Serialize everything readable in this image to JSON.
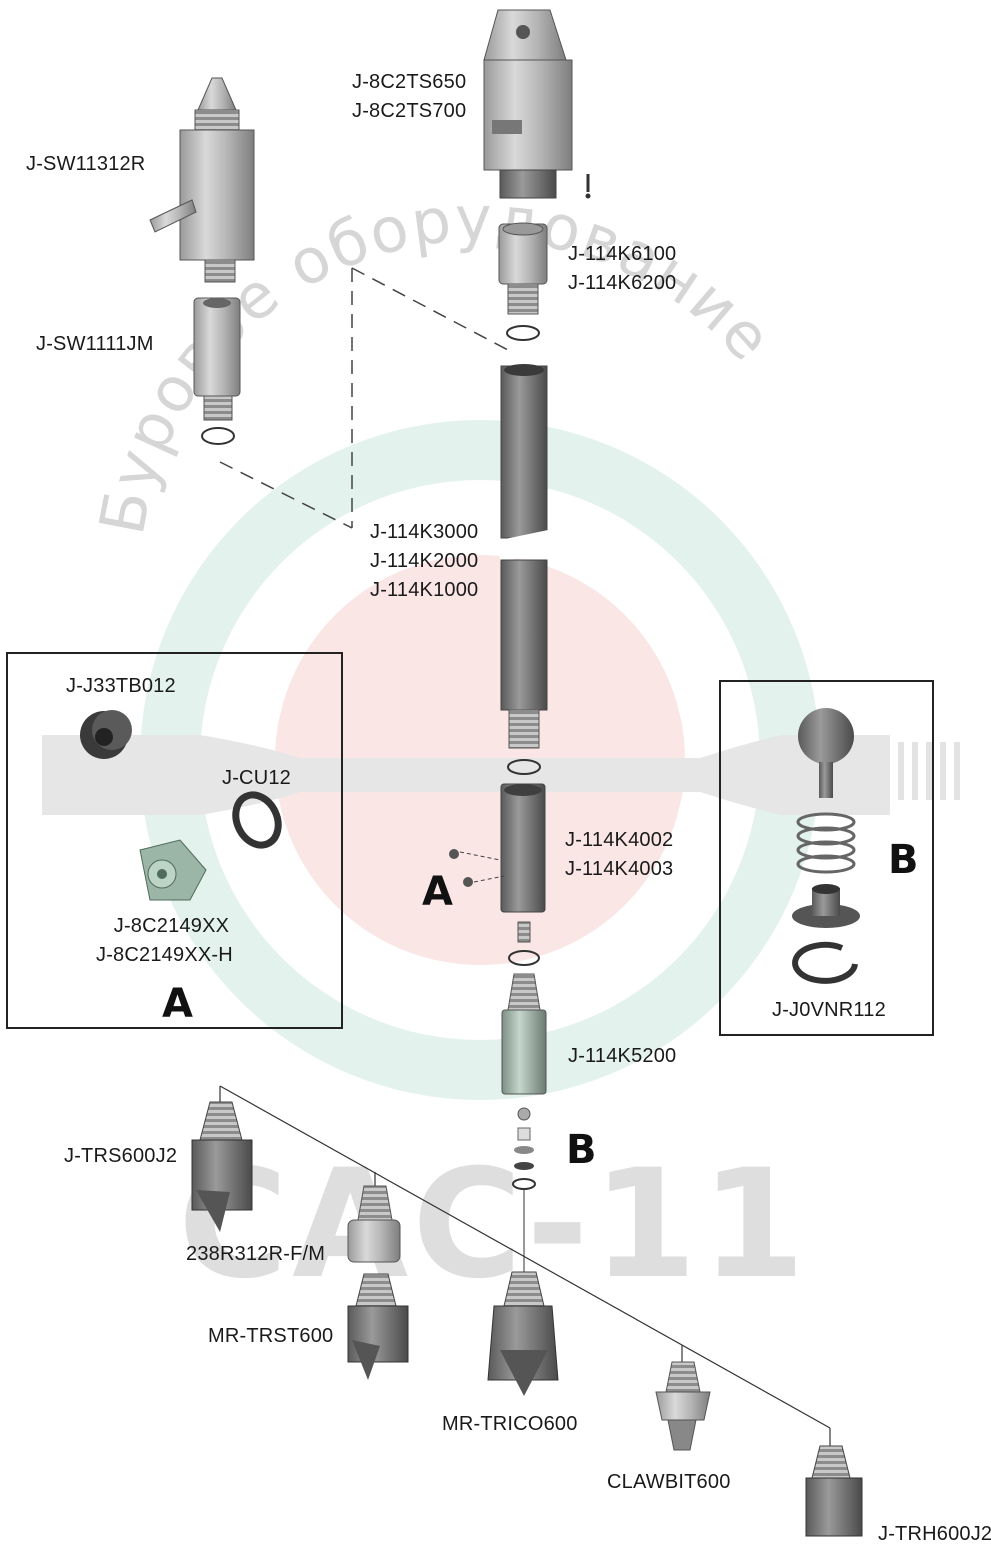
{
  "watermark": {
    "arc_text": "Буровое оборудование",
    "big_text": "САС-11"
  },
  "labels": {
    "swivel": "J-SW11312R",
    "sub_jm": "J-SW1111JM",
    "top_drive": [
      "J-8C2TS650",
      "J-8C2TS700"
    ],
    "adapter_top": [
      "J-114K6100",
      "J-114K6200"
    ],
    "core_barrel": [
      "J-114K3000",
      "J-114K2000",
      "J-114K1000"
    ],
    "inner_sub": [
      "J-114K4002",
      "J-114K4003"
    ],
    "bottom_sub": "J-114K5200",
    "bit_trs": "J-TRS600J2",
    "bit_238": "238R312R-F/M",
    "bit_trst": "MR-TRST600",
    "bit_trico": "MR-TRICO600",
    "bit_claw": "CLAWBIT600",
    "bit_trh": "J-TRH600J2"
  },
  "box_a": {
    "letter": "A",
    "plug": "J-J33TB012",
    "ring": "J-CU12",
    "nozzle": [
      "J-8C2149XX",
      "J-8C2149XX-H"
    ]
  },
  "box_b": {
    "letter": "B",
    "valve": "J-J0VNR112"
  },
  "callouts": {
    "a": "A",
    "b": "B"
  }
}
